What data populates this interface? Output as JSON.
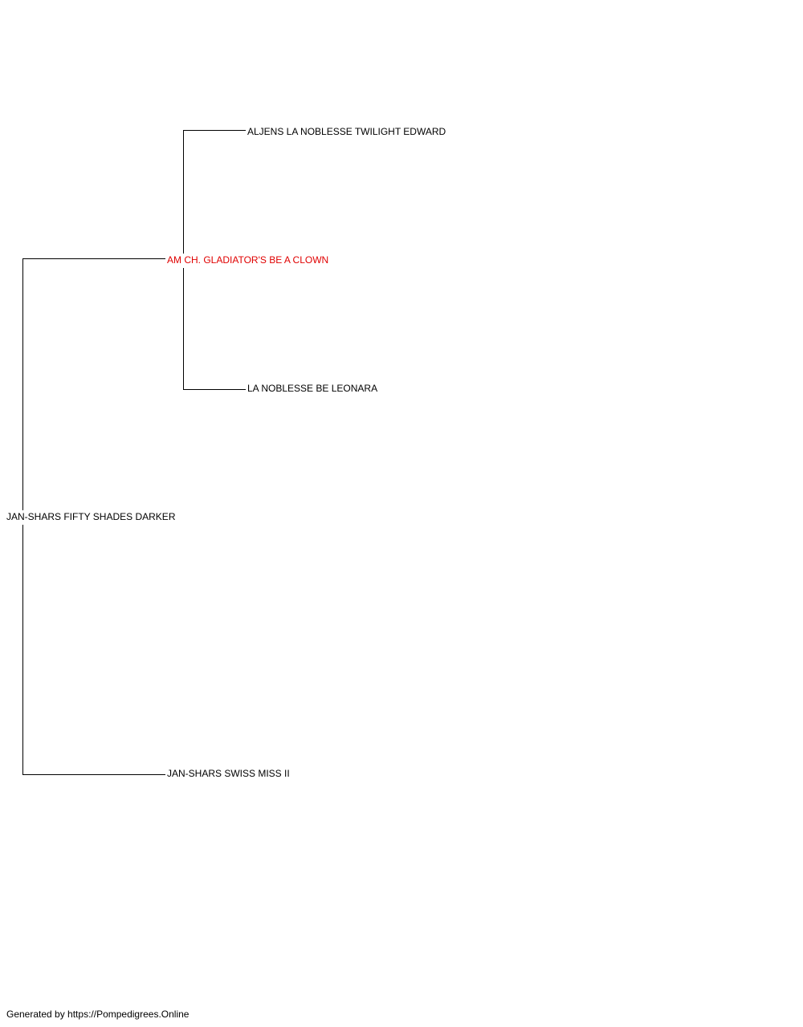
{
  "pedigree": {
    "subject": {
      "name": "JAN-SHARS FIFTY SHADES DARKER"
    },
    "sire": {
      "name": "AM CH. GLADIATOR'S BE A CLOWN",
      "color": "#e00000"
    },
    "dam": {
      "name": "JAN-SHARS SWISS MISS II"
    },
    "sire_sire": {
      "name": "ALJENS LA NOBLESSE TWILIGHT EDWARD"
    },
    "sire_dam": {
      "name": "LA NOBLESSE BE LEONARA"
    }
  },
  "footer": {
    "text": "Generated by https://Pompedigrees.Online"
  }
}
